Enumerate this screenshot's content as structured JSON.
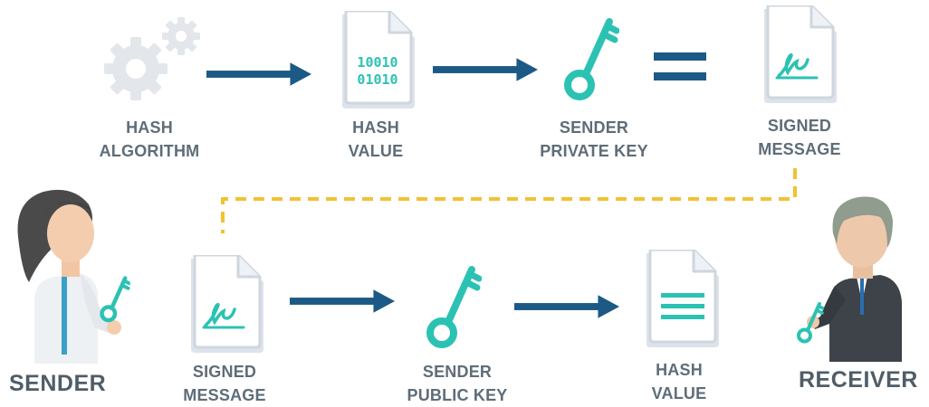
{
  "colors": {
    "arrow": "#1c5a85",
    "teal": "#2cc2b3",
    "dash": "#f1c232",
    "label": "#5e6d78",
    "doc": "#dde3ea",
    "gear": "#e3e6ea"
  },
  "top_row": {
    "hash_algorithm": {
      "icon": "gears-icon",
      "line1": "HASH",
      "line2": "ALGORITHM"
    },
    "hash_value": {
      "icon": "binary-document-icon",
      "line1": "HASH",
      "line2": "VALUE",
      "bits1": "10010",
      "bits2": "01010"
    },
    "sender_private_key": {
      "icon": "key-icon",
      "line1": "SENDER",
      "line2": "PRIVATE KEY"
    },
    "signed_message": {
      "icon": "signed-document-icon",
      "line1": "SIGNED",
      "line2": "MESSAGE"
    }
  },
  "bottom_row": {
    "signed_message": {
      "icon": "signed-document-icon",
      "line1": "SIGNED",
      "line2": "MESSAGE"
    },
    "sender_public_key": {
      "icon": "key-icon",
      "line1": "SENDER",
      "line2": "PUBLIC KEY"
    },
    "hash_value": {
      "icon": "text-document-icon",
      "line1": "HASH",
      "line2": "VALUE"
    }
  },
  "people": {
    "sender": "SENDER",
    "receiver": "RECEIVER"
  }
}
